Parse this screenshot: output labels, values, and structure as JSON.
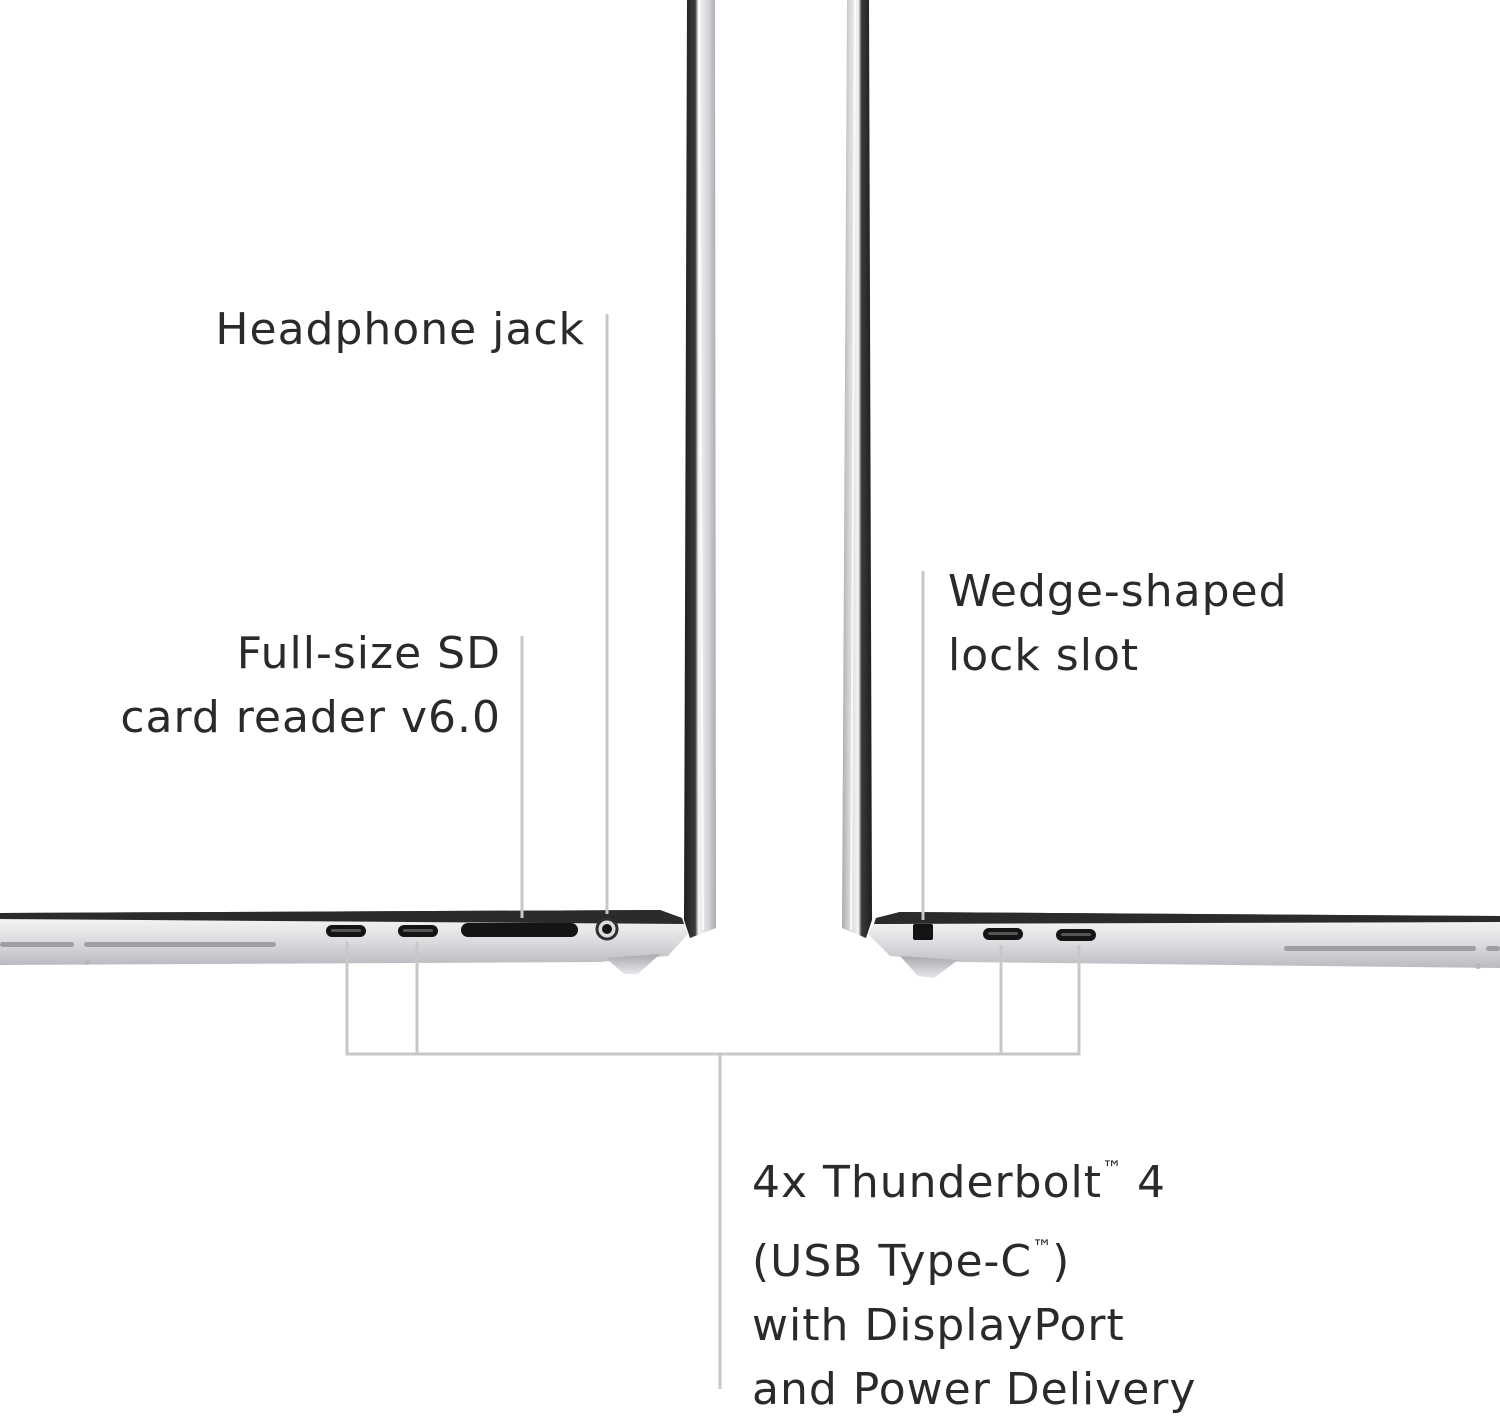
{
  "labels": {
    "headphone_jack": "Headphone jack",
    "sd_card_line1": "Full-size SD",
    "sd_card_line2": "card reader v6.0",
    "lock_slot_line1": "Wedge-shaped",
    "lock_slot_line2": "lock slot",
    "thunderbolt_line1_a": "4x Thunderbolt",
    "thunderbolt_tm": "™",
    "thunderbolt_line1_b": " 4",
    "thunderbolt_line2_a": "(USB Type-C",
    "thunderbolt_line2_b": ")",
    "thunderbolt_line3": "with DisplayPort",
    "thunderbolt_line4": "and Power Delivery"
  },
  "colors": {
    "background": "#ffffff",
    "text": "#2a2a2a",
    "callout_line": "#c8c8c8",
    "laptop_silver": "#dcdde0",
    "laptop_dark_edge": "#2b2b2b",
    "port_black": "#141414"
  }
}
